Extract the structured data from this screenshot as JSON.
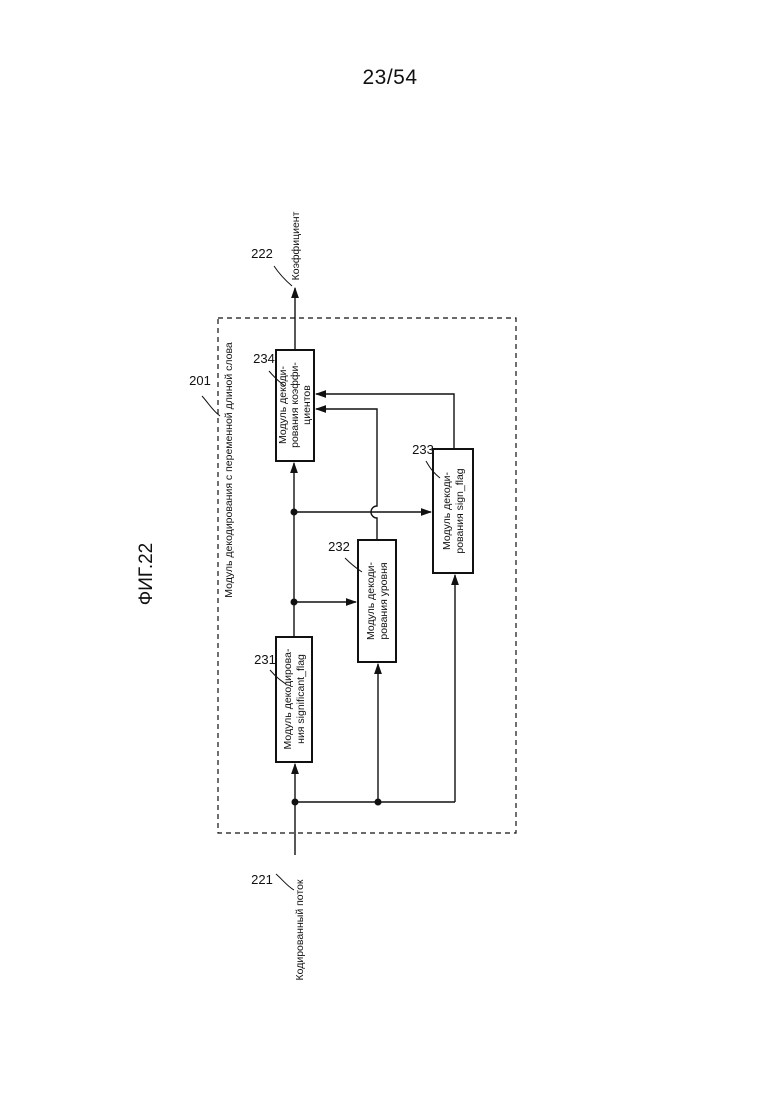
{
  "page_number": "23/54",
  "figure_label": "ФИГ.22",
  "module": {
    "ref": "201",
    "label": "Модуль декодирования с переменной длиной слова"
  },
  "input": {
    "ref": "221",
    "label": "Кодированный поток"
  },
  "output": {
    "ref": "222",
    "label": "Коэффициент"
  },
  "blocks": [
    {
      "ref": "231",
      "lines": [
        "Модуль декодирова-",
        "ния significant_flag"
      ]
    },
    {
      "ref": "232",
      "lines": [
        "Модуль декоди-",
        "рования уровня"
      ]
    },
    {
      "ref": "233",
      "lines": [
        "Модуль декоди-",
        "рования sign_flag"
      ]
    },
    {
      "ref": "234",
      "lines": [
        "Модуль декоди-",
        "рования коэффи-",
        "циентов"
      ]
    }
  ]
}
